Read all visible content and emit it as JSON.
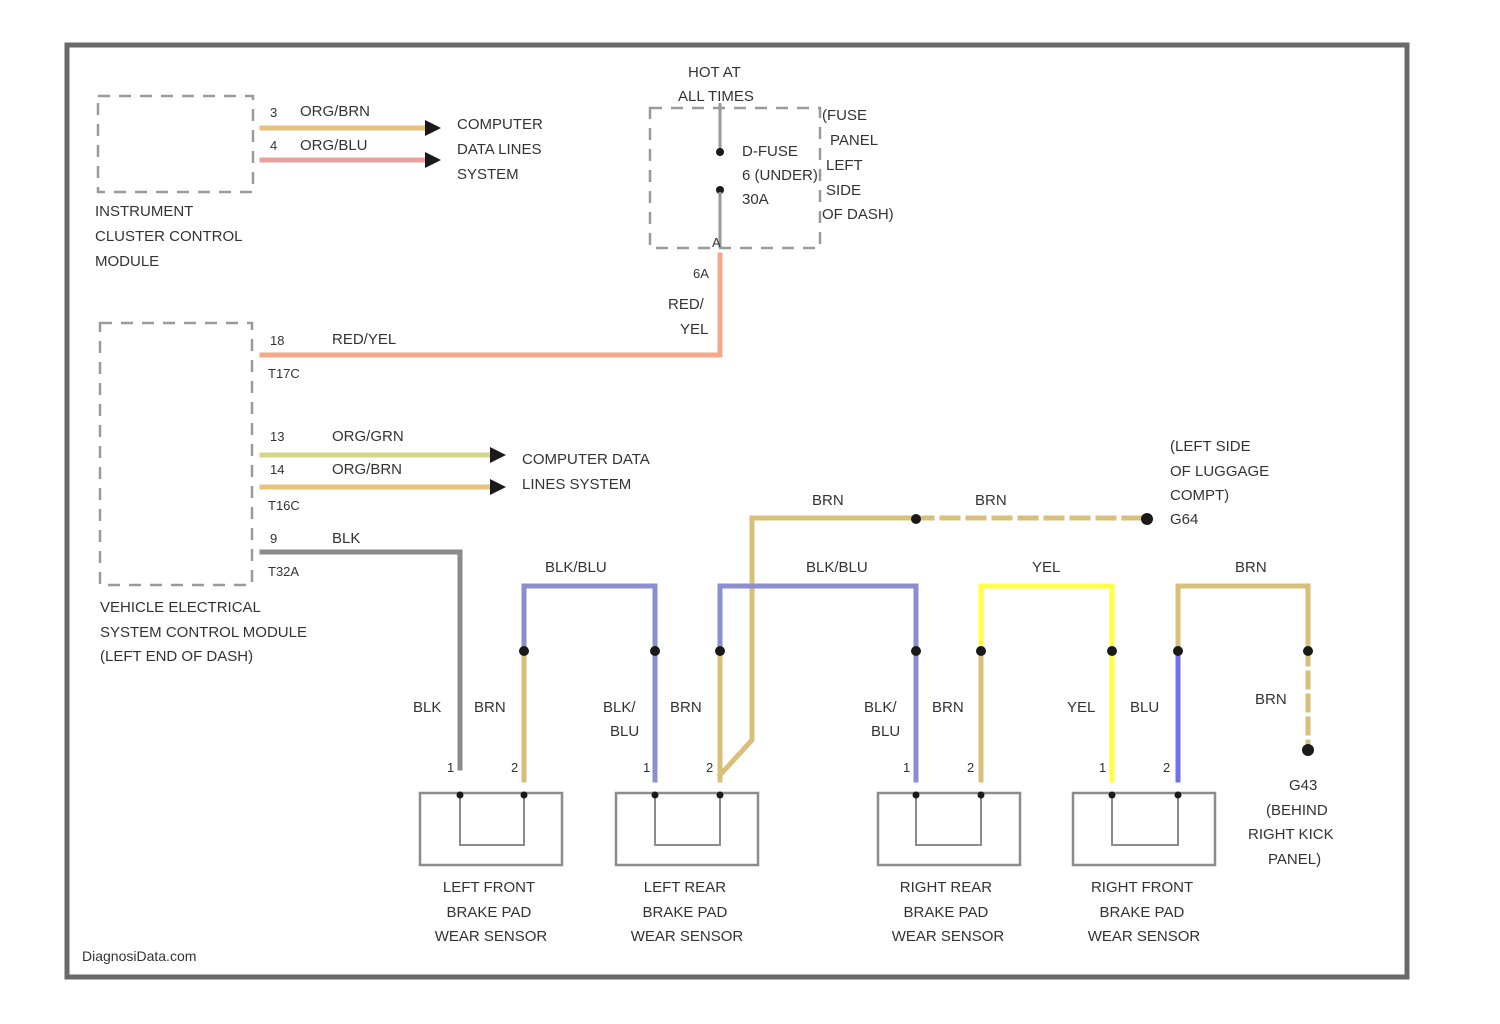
{
  "modules": {
    "instrument_cluster": [
      "INSTRUMENT",
      "CLUSTER CONTROL",
      "MODULE"
    ],
    "vehicle_electrical": [
      "VEHICLE ELECTRICAL",
      "SYSTEM CONTROL MODULE",
      "(LEFT END OF DASH)"
    ]
  },
  "fuse_panel": {
    "hot": [
      "HOT AT",
      "ALL TIMES"
    ],
    "fuse": [
      "D-FUSE",
      "6 (UNDER)",
      "30A"
    ],
    "location": [
      "(FUSE",
      "PANEL",
      "LEFT",
      "SIDE",
      "OF DASH)"
    ],
    "pin": "A"
  },
  "destinations": {
    "data_lines_top": [
      "COMPUTER",
      "DATA LINES",
      "SYSTEM"
    ],
    "data_lines_mid": [
      "COMPUTER DATA",
      "LINES SYSTEM"
    ]
  },
  "wires": {
    "ic_pin_a": "3",
    "ic_wire_a": "ORG/BRN",
    "ic_pin_b": "4",
    "ic_wire_b": "ORG/BLU",
    "fuse_pin": "6A",
    "fuse_wire": [
      "RED/",
      "YEL"
    ],
    "vem_pin_a": "18",
    "vem_wire_a": "RED/YEL",
    "vem_conn_a": "T17C",
    "vem_pin_b": "13",
    "vem_wire_b": "ORG/GRN",
    "vem_pin_c": "14",
    "vem_wire_c": "ORG/BRN",
    "vem_conn_c": "T16C",
    "vem_pin_d": "9",
    "vem_wire_d": "BLK",
    "vem_conn_d": "T32A",
    "brn_top": "BRN",
    "brn_dashed": "BRN",
    "bridge_lr_rr": "BLK/BLU",
    "bridge_lf": "BLK/BLU",
    "bridge_rf": "YEL",
    "bridge_g": "BRN"
  },
  "grounds": {
    "g1": [
      "(LEFT SIDE",
      "OF LUGGAGE",
      "COMPT)"
    ],
    "g1_id": "G64",
    "g2": [
      "G43",
      "(BEHIND",
      "RIGHT KICK",
      "PANEL)"
    ]
  },
  "sensors": [
    {
      "name": [
        "LEFT FRONT",
        "BRAKE PAD",
        "WEAR SENSOR"
      ],
      "pin1": "1",
      "pin2": "2",
      "wire1": [
        "BLK"
      ],
      "wire2": [
        "BRN"
      ]
    },
    {
      "name": [
        "LEFT REAR",
        "BRAKE PAD",
        "WEAR SENSOR"
      ],
      "pin1": "1",
      "pin2": "2",
      "wire1": [
        "BLK/",
        "BLU"
      ],
      "wire2": [
        "BRN"
      ]
    },
    {
      "name": [
        "RIGHT REAR",
        "BRAKE PAD",
        "WEAR SENSOR"
      ],
      "pin1": "1",
      "pin2": "2",
      "wire1": [
        "BLK/",
        "BLU"
      ],
      "wire2": [
        "BRN"
      ]
    },
    {
      "name": [
        "RIGHT FRONT",
        "BRAKE PAD",
        "WEAR SENSOR"
      ],
      "pin1": "1",
      "pin2": "2",
      "wire1": [
        "YEL"
      ],
      "wire2": [
        "BLU"
      ]
    }
  ],
  "ground_wire": "BRN",
  "footer": "DiagnosiData.com",
  "colors": {
    "org_brn": "#e8c27a",
    "org_blu": "#e8a0a0",
    "red_yel": "#f4a98a",
    "org_grn": "#d4d68a",
    "blk": "#8a8a8a",
    "brn": "#d8c07a",
    "blk_blu": "#8c8fcf",
    "yel": "#ffff44",
    "blu": "#7070f0"
  }
}
